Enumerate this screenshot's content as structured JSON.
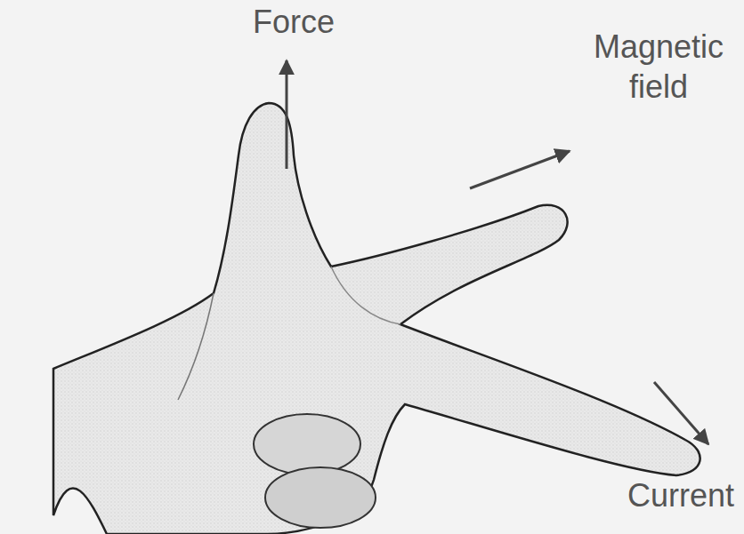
{
  "diagram": {
    "labels": [
      "Force",
      "Magnetic field",
      "Current"
    ]
  }
}
